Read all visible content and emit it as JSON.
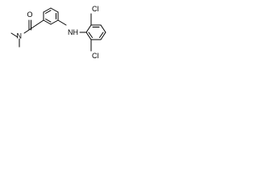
{
  "molecule": {
    "atoms": {
      "oxygen": "O",
      "amide_nitrogen": "N",
      "amine_nitrogen": "NH",
      "chlorine_top": "Cl",
      "chlorine_bottom": "Cl"
    },
    "colors": {
      "bond": "#000000",
      "label": "#000000",
      "background": "#ffffff"
    }
  }
}
